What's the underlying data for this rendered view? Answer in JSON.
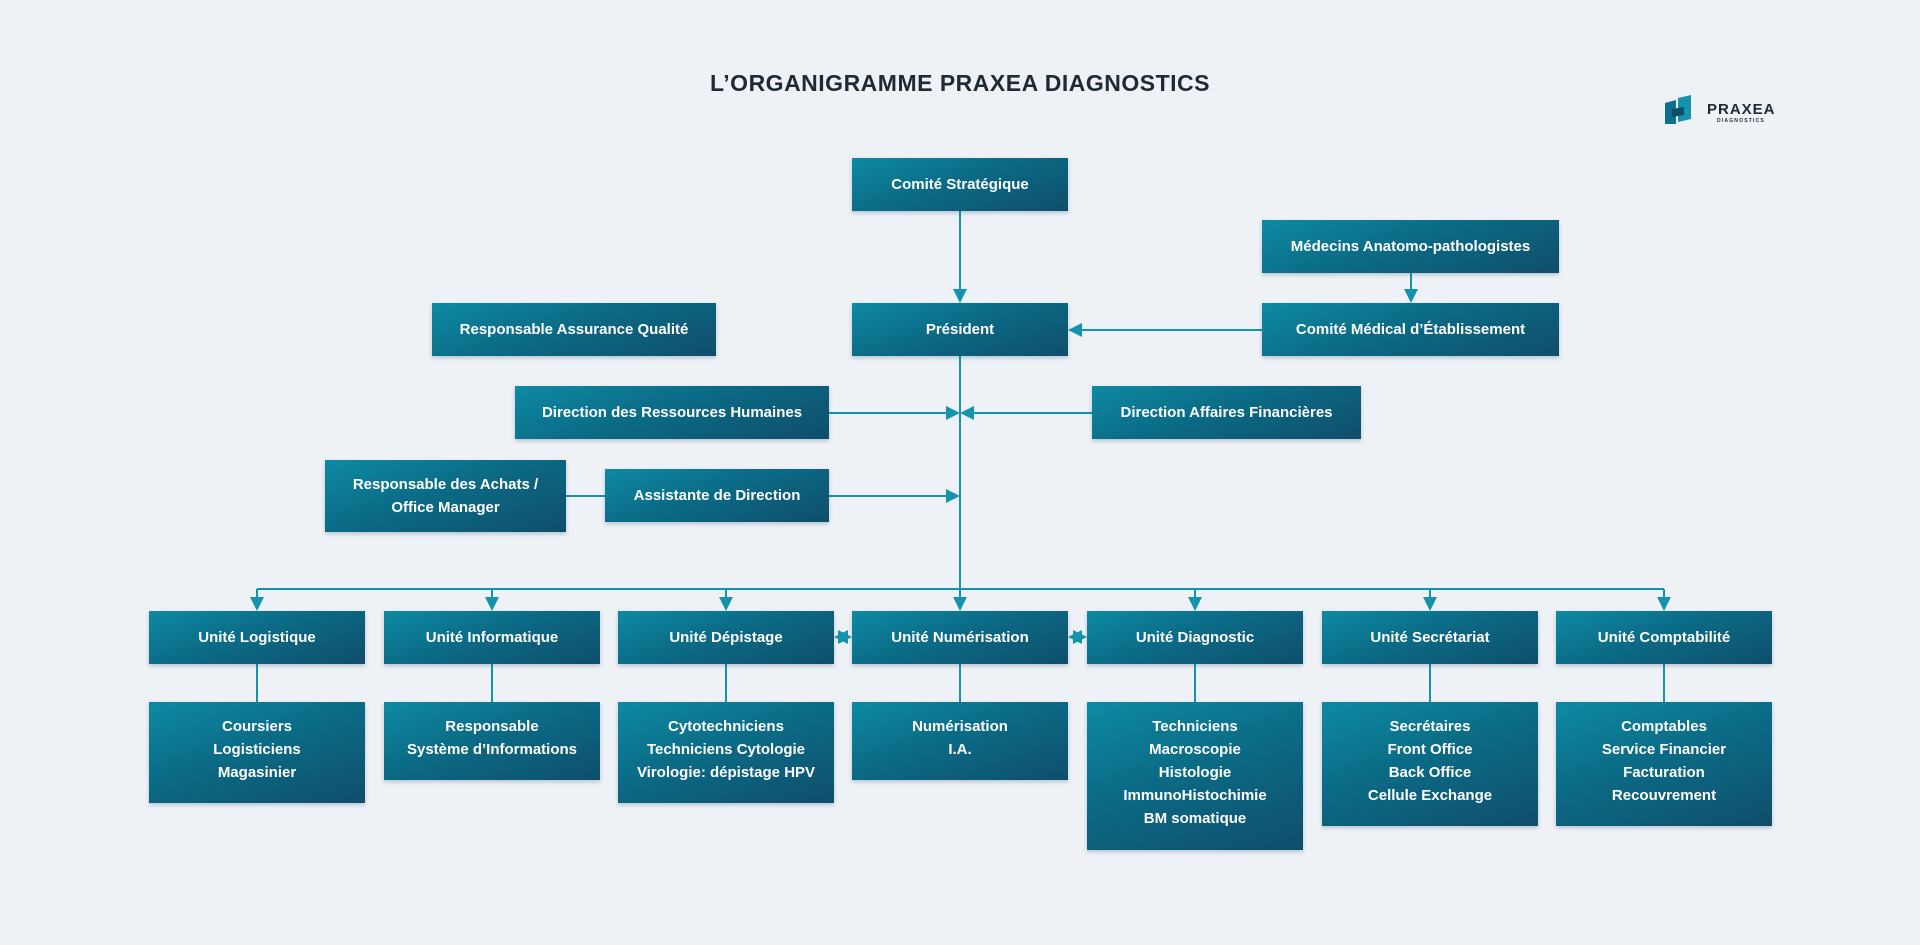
{
  "title": "L’ORGANIGRAMME PRAXEA DIAGNOSTICS",
  "logo": {
    "name": "PRAXEA",
    "sub": "DIAGNOSTICS"
  },
  "colors": {
    "background": "#eef2f7",
    "box_top": "#0e8aa3",
    "box_bottom": "#0f4e6b",
    "connector": "#1593ad",
    "title_text": "#1f2a33"
  },
  "nodes": {
    "comite_strategique": "Comité Stratégique",
    "medecins": "Médecins Anatomo-pathologistes",
    "president": "Président",
    "assurance_qualite": "Responsable Assurance Qualité",
    "comite_medical": "Comité Médical d’Établissement",
    "rh": "Direction des Ressources Humaines",
    "daf": "Direction Affaires Financières",
    "achats": [
      "Responsable des Achats /",
      "Office Manager"
    ],
    "assistante": "Assistante de Direction"
  },
  "units": [
    {
      "label": "Unité Logistique",
      "items": [
        "Coursiers",
        "Logisticiens",
        "Magasinier"
      ]
    },
    {
      "label": "Unité Informatique",
      "items": [
        "Responsable",
        "Système d’Informations"
      ]
    },
    {
      "label": "Unité Dépistage",
      "items": [
        "Cytotechniciens",
        "Techniciens Cytologie",
        "Virologie: dépistage HPV"
      ]
    },
    {
      "label": "Unité Numérisation",
      "items": [
        "Numérisation",
        "I.A."
      ]
    },
    {
      "label": "Unité Diagnostic",
      "items": [
        "Techniciens",
        "Macroscopie",
        "Histologie",
        "ImmunoHistochimie",
        "BM somatique"
      ]
    },
    {
      "label": "Unité Secrétariat",
      "items": [
        "Secrétaires",
        "Front Office",
        "Back Office",
        "Cellule Exchange"
      ]
    },
    {
      "label": "Unité Comptabilité",
      "items": [
        "Comptables",
        "Service Financier",
        "Facturation",
        "Recouvrement"
      ]
    }
  ]
}
